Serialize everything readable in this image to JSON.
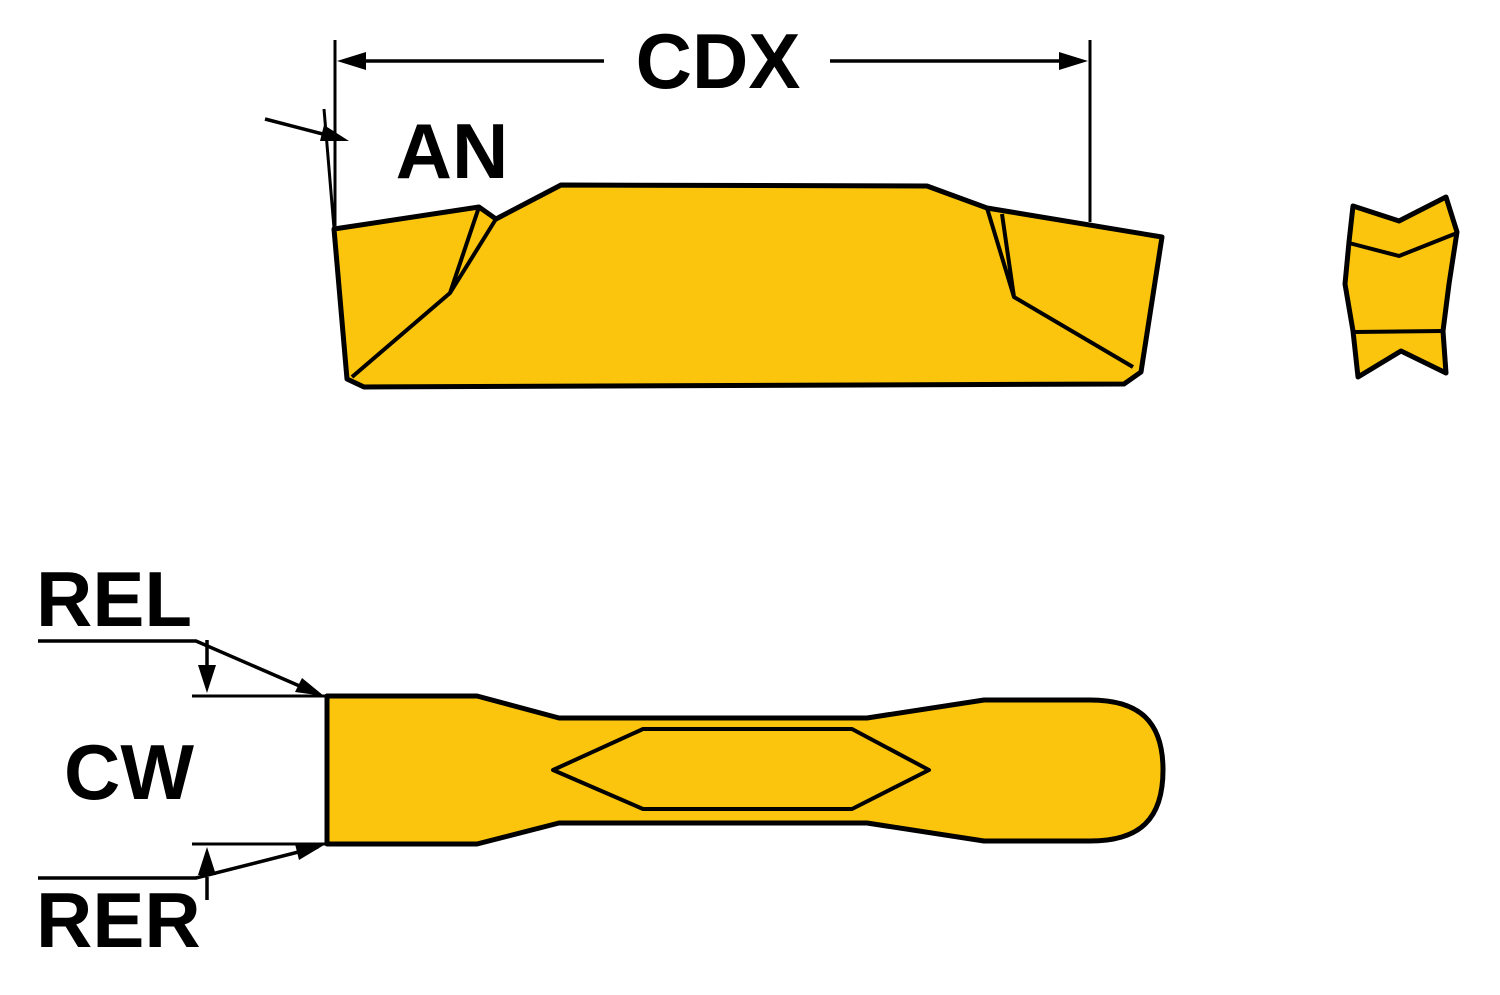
{
  "figure": {
    "background_color": "#ffffff",
    "insert_fill_color": "#fcc50d",
    "line_color": "#000000"
  },
  "labels": {
    "cdx": "CDX",
    "an": "AN",
    "rel": "REL",
    "cw": "CW",
    "rer": "RER"
  }
}
